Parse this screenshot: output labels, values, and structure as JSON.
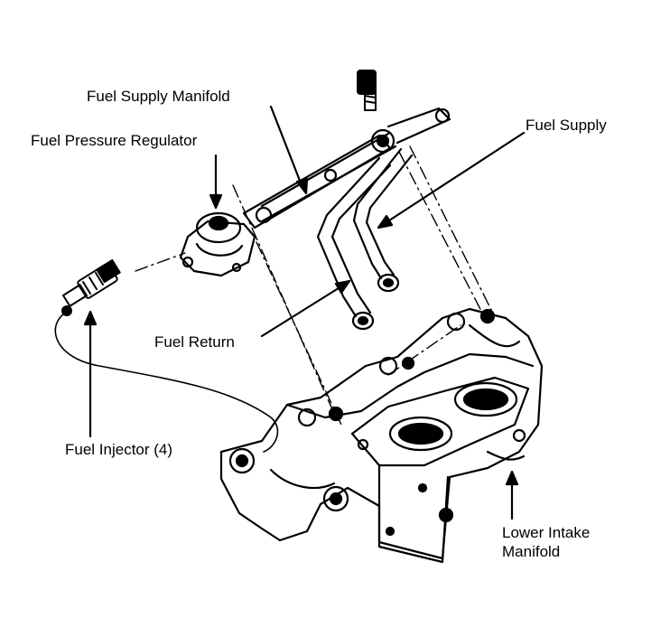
{
  "labels": {
    "fuel_supply_manifold": "Fuel Supply Manifold",
    "fuel_pressure_regulator": "Fuel Pressure Regulator",
    "fuel_supply": "Fuel Supply",
    "fuel_return": "Fuel Return",
    "fuel_injector": "Fuel Injector (4)",
    "lower_intake_manifold_line1": "Lower Intake",
    "lower_intake_manifold_line2": "Manifold"
  },
  "colors": {
    "ink": "#000000",
    "paper": "#ffffff"
  }
}
